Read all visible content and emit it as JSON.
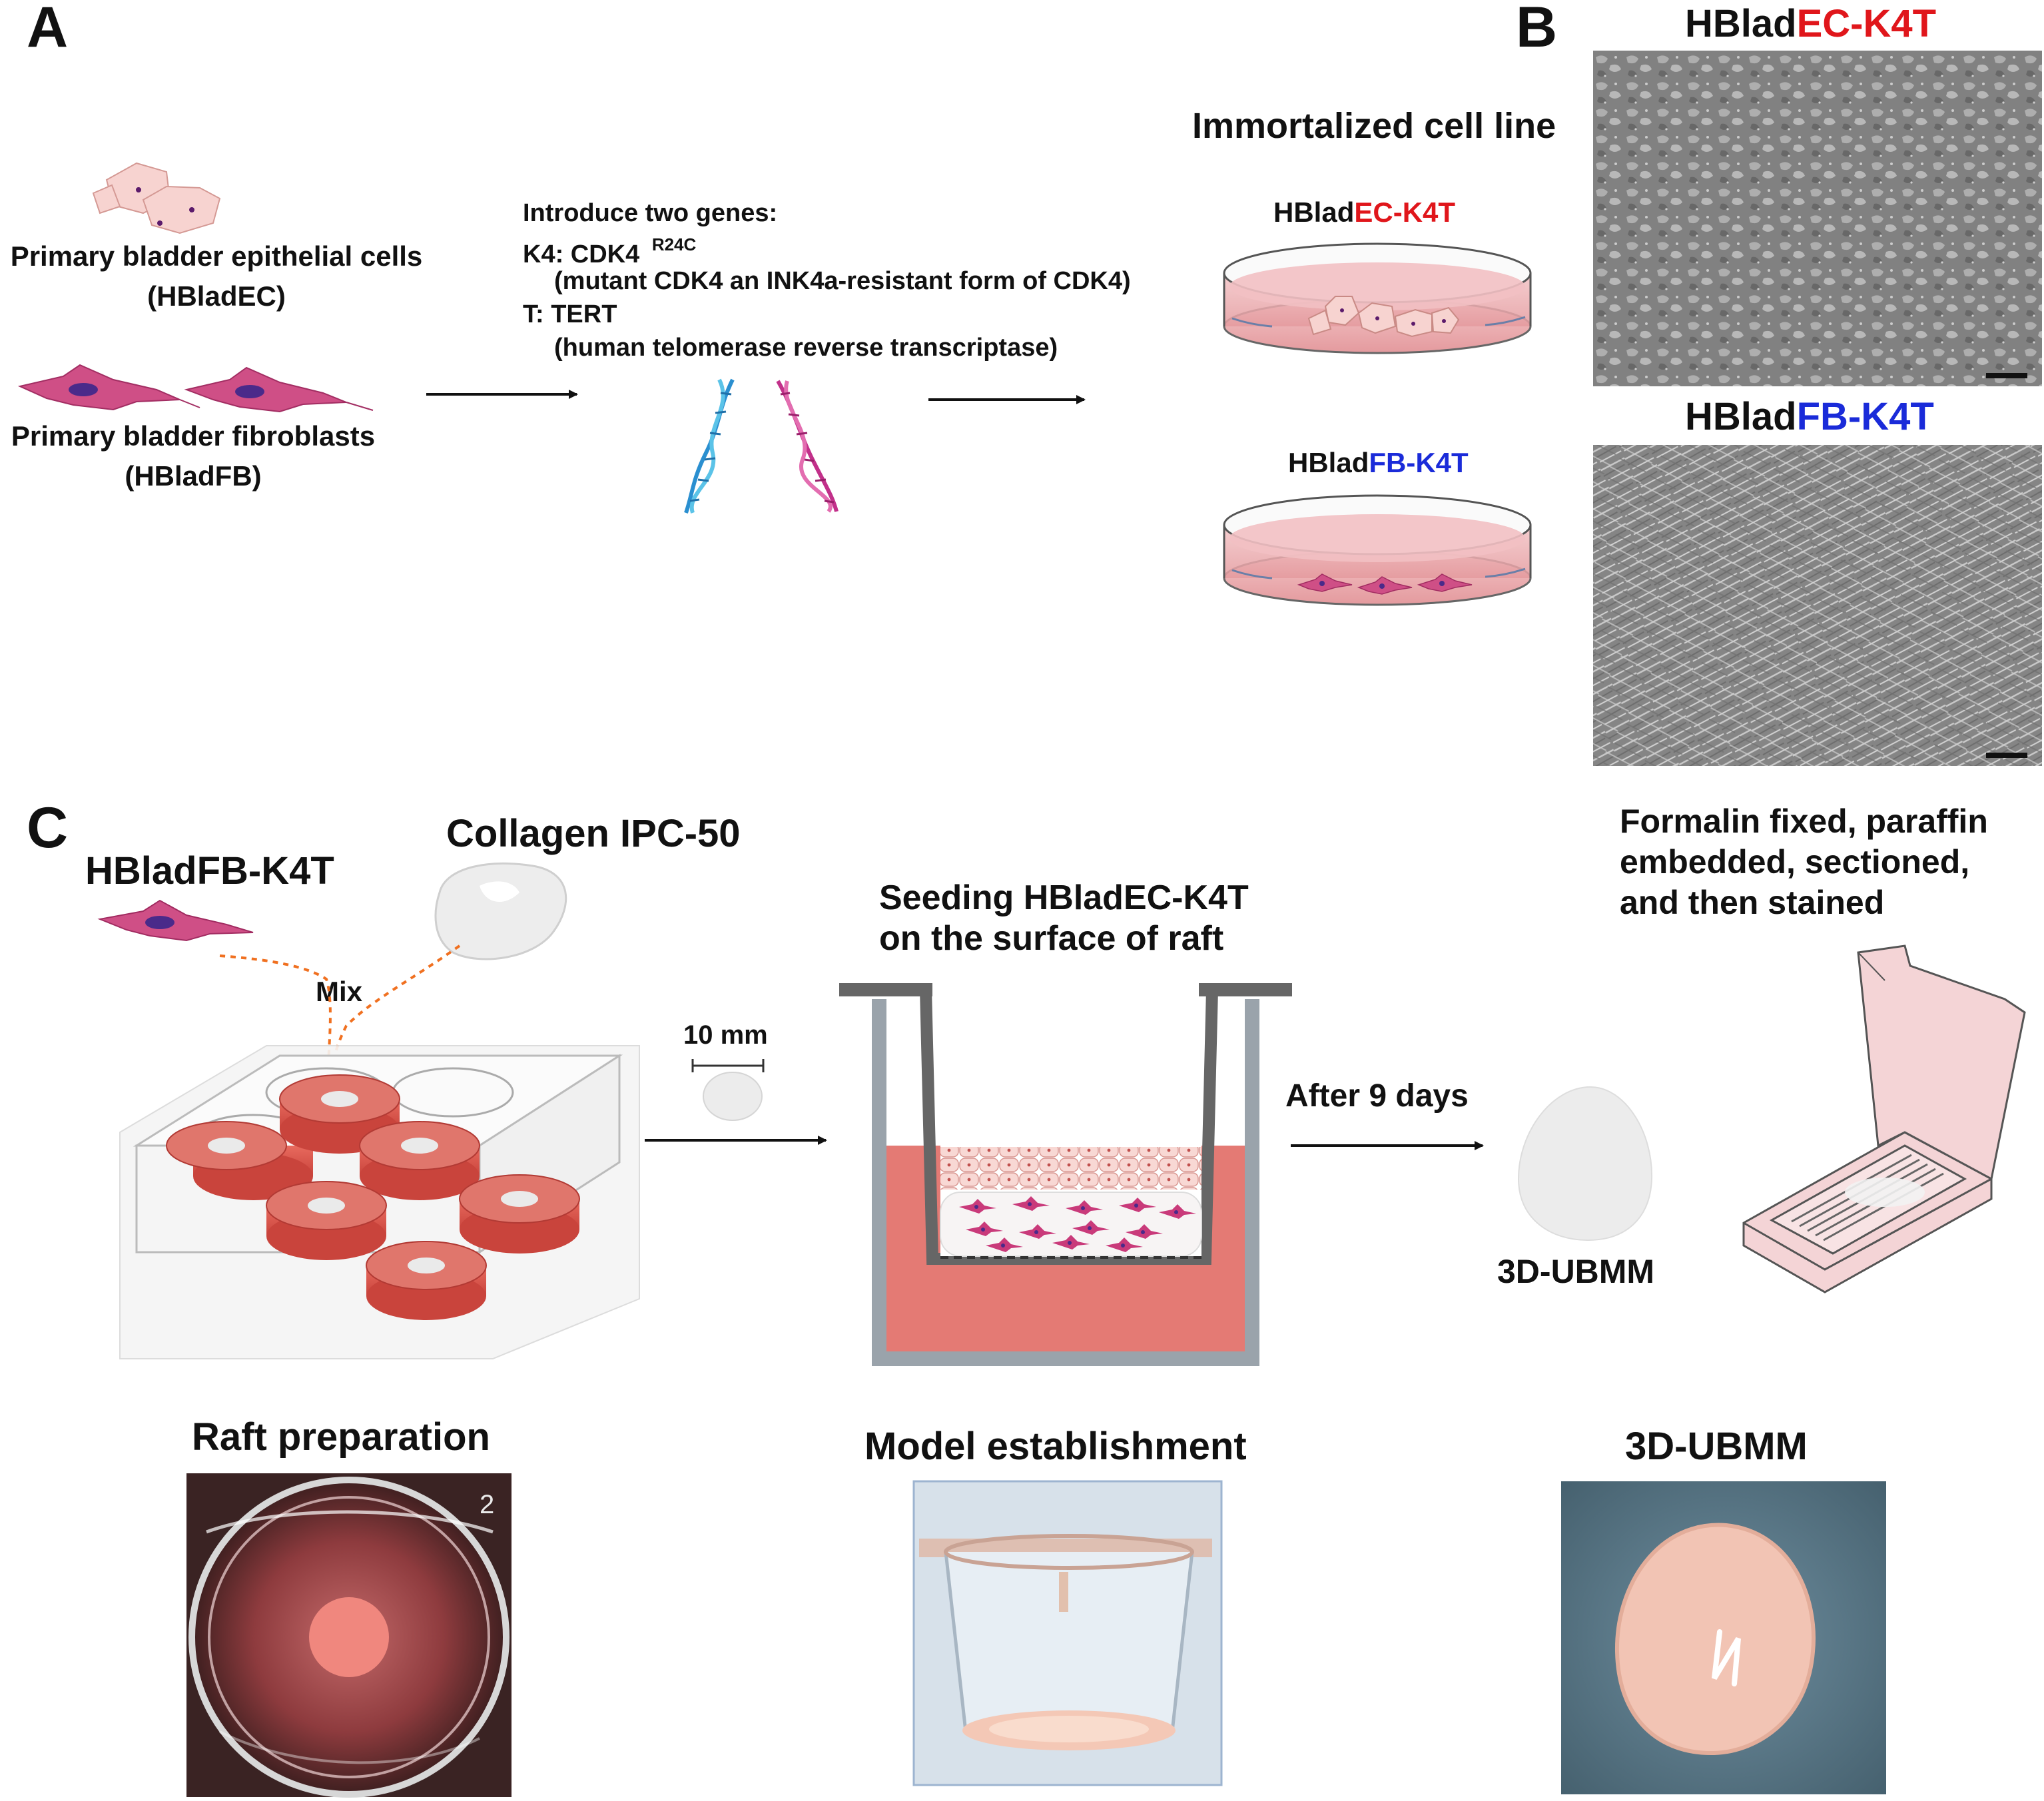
{
  "panels": {
    "a": "A",
    "b": "B",
    "c": "C"
  },
  "panel_a": {
    "epithelial_label_line1": "Primary bladder epithelial cells",
    "epithelial_label_line2": "(HBladEC)",
    "fibroblast_label_line1": "Primary bladder fibroblasts",
    "fibroblast_label_line2": "(HBladFB)",
    "genes_title": "Introduce two genes:",
    "k4_prefix": "K4: CDK4",
    "k4_superscript": "R24C",
    "k4_desc": "(mutant CDK4 an INK4a-resistant form of CDK4)",
    "t_line": "T: TERT",
    "t_desc": "(human telomerase reverse transcriptase)",
    "immortalized_title": "Immortalized cell line",
    "dish1_prefix": "HBlad",
    "dish1_suffix": "EC-K4T",
    "dish2_prefix": "HBlad",
    "dish2_suffix": "FB-K4T"
  },
  "panel_b": {
    "img1_prefix": "HBlad",
    "img1_suffix": "EC-K4T",
    "img2_prefix": "HBlad",
    "img2_suffix": "FB-K4T"
  },
  "panel_c": {
    "fb_label": "HBladFB-K4T",
    "collagen_label": "Collagen IPC-50",
    "mix_label": "Mix",
    "scale_label": "10 mm",
    "seeding_line1": "Seeding HBladEC-K4T",
    "seeding_line2": "on the surface of raft",
    "after_label": "After 9 days",
    "ubmm_label": "3D-UBMM",
    "ffpe_line1": "Formalin fixed, paraffin",
    "ffpe_line2": "embedded, sectioned,",
    "ffpe_line3": "and then stained",
    "photo1_title": "Raft preparation",
    "photo2_title": "Model establishment",
    "photo3_title": "3D-UBMM",
    "photo1_well_number": "2"
  },
  "colors": {
    "red": "#e0161b",
    "blue": "#1a2bd9",
    "epithelial_pink": "#f6d0cf",
    "fibroblast_magenta": "#c93a7a",
    "medium_red": "#e06e6e",
    "arrow_orange": "#f07020"
  }
}
